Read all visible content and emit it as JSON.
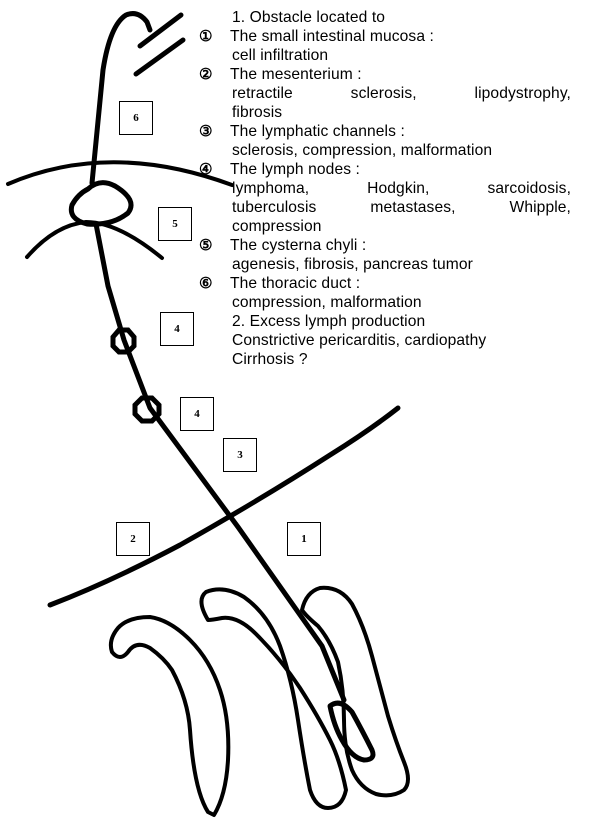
{
  "legend": {
    "obstacle_heading": "1.  Obstacle located to",
    "items": [
      {
        "num": "①",
        "title": "The small intestinal mucosa :",
        "causes": [
          "cell infiltration"
        ]
      },
      {
        "num": "②",
        "title": "The mesenterium :",
        "causes": [
          "retractile  sclerosis,  lipodystrophy,",
          "fibrosis"
        ]
      },
      {
        "num": "③",
        "title": "The lymphatic channels :",
        "causes": [
          "sclerosis, compression, malformation"
        ]
      },
      {
        "num": "④",
        "title": "The lymph nodes :",
        "causes": [
          "lymphoma,  Hodgkin,  sarcoidosis,",
          "tuberculosis  metastases,  Whipple,",
          "compression"
        ]
      },
      {
        "num": "⑤",
        "title": "The cysterna chyli :",
        "causes": [
          "agenesis, fibrosis, pancreas tumor"
        ]
      },
      {
        "num": "⑥",
        "title": "The thoracic duct :",
        "causes": [
          "compression, malformation"
        ]
      }
    ],
    "excess_heading": "2.  Excess lymph production",
    "excess_lines": [
      "Constrictive pericarditis, cardiopathy",
      "Cirrhosis ?"
    ]
  },
  "diagram": {
    "labels": [
      "6",
      "5",
      "4",
      "4",
      "3",
      "2",
      "1"
    ]
  }
}
